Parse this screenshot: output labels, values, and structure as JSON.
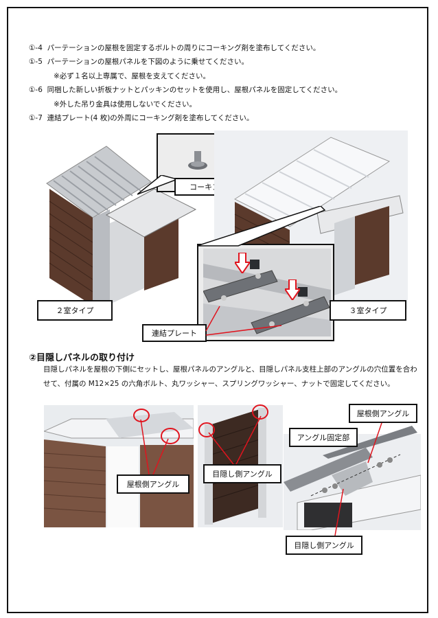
{
  "steps": [
    {
      "num": "①-4",
      "text": "パーテーションの屋根を固定するボルトの周りにコーキング剤を塗布してください。"
    },
    {
      "num": "①-5",
      "text": "パーテーションの屋根パネルを下図のように乗せてください。"
    },
    {
      "num": "",
      "text": "※必ず１名以上専属で、屋根を支えてください。"
    },
    {
      "num": "①-6",
      "text": "同梱した新しい折板ナットとパッキンのセットを使用し、屋根パネルを固定してください。"
    },
    {
      "num": "",
      "text": "※外した吊り金具は使用しないでください。"
    },
    {
      "num": "①-7",
      "text": "連結プレート(4 枚)の外周にコーキング剤を塗布してください。"
    }
  ],
  "figure1": {
    "caulking_label": "コーキング剤",
    "type2_label": "２室タイプ",
    "type3_label": "３室タイプ",
    "plate_label": "連結プレート"
  },
  "section2": {
    "title": "②目隠しパネルの取り付け",
    "body": "目隠しパネルを屋根の下側にセットし、屋根パネルのアングルと、目隠しパネル支柱上部のアングルの穴位置を合わせて、付属の M12×25 の六角ボルト、丸ワッシャー、スプリングワッシャー、ナットで固定してください。"
  },
  "figure2": {
    "roof_angle_label_1": "屋根側アングル",
    "screen_angle_label_1": "目隠し側アングル",
    "roof_angle_label_2": "屋根側アングル",
    "fixing_label": "アングル固定部",
    "screen_angle_label_2": "目隠し側アングル"
  },
  "colors": {
    "callout_red": "#e0141e",
    "wood": "#5b3a2c",
    "metal": "#c9ccd0",
    "roof_white": "#f2f3f5"
  }
}
